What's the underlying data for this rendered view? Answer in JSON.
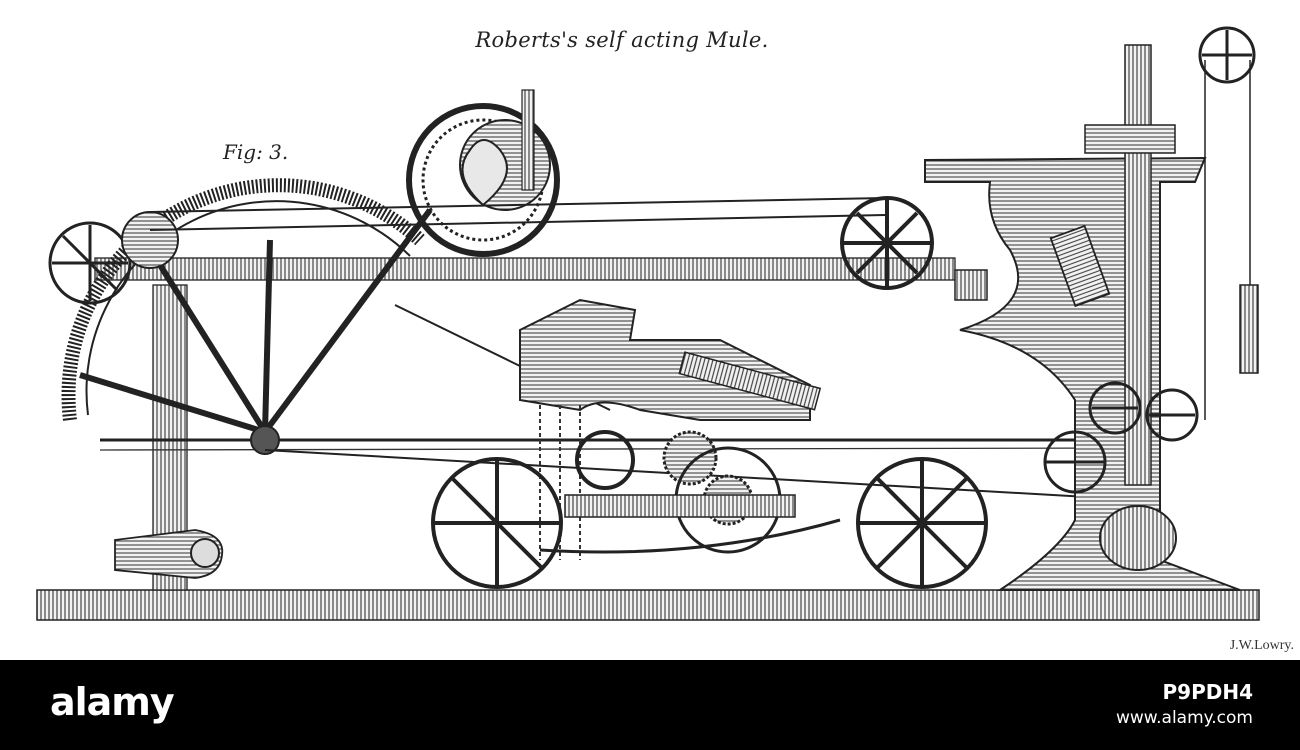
{
  "plate": {
    "title": "Roberts's self acting Mule.",
    "figure_label": "Fig: 3.",
    "engraver": "J.W.Lowry."
  },
  "watermark": {
    "logo": "alamy",
    "stock_id": "P9PDH4",
    "site": "www.alamy.com"
  }
}
